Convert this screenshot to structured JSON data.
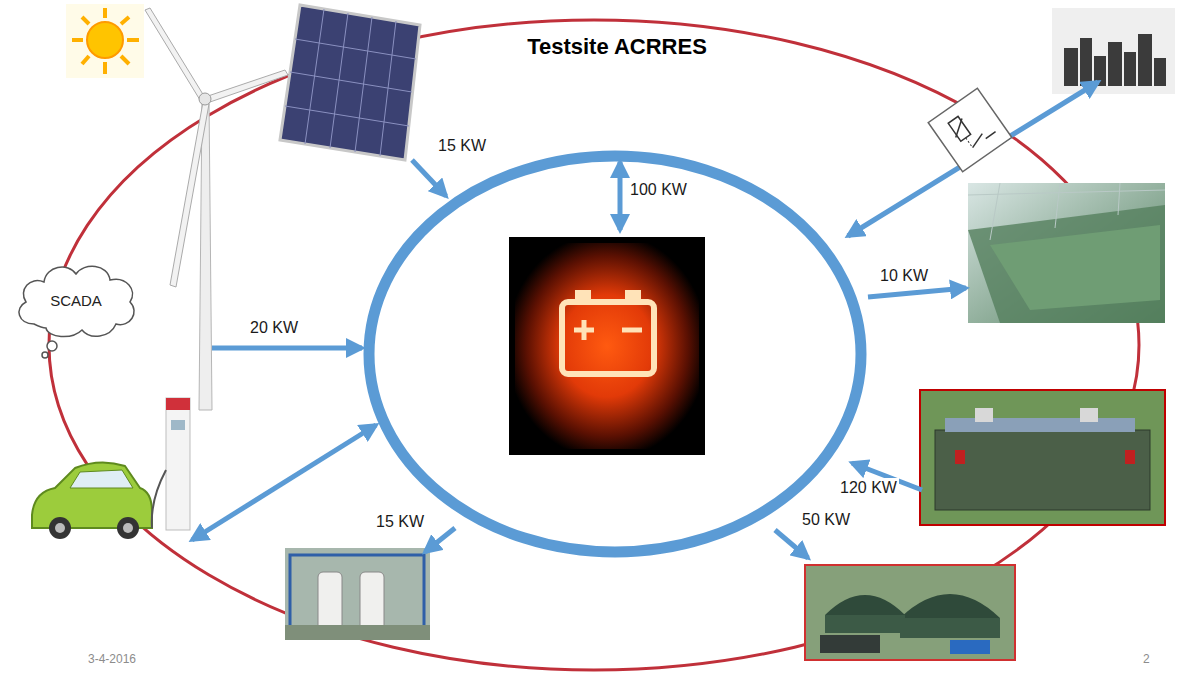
{
  "diagram": {
    "title": "Testsite ACRRES",
    "nodes": [
      {
        "text": [
          "SCADA"
        ]
      }
    ],
    "labels": [
      "15 KW",
      "100 KW",
      "20 KW",
      "10 KW",
      "120 KW",
      "50 KW",
      "15 KW",
      "3-4-2016",
      "2"
    ]
  }
}
